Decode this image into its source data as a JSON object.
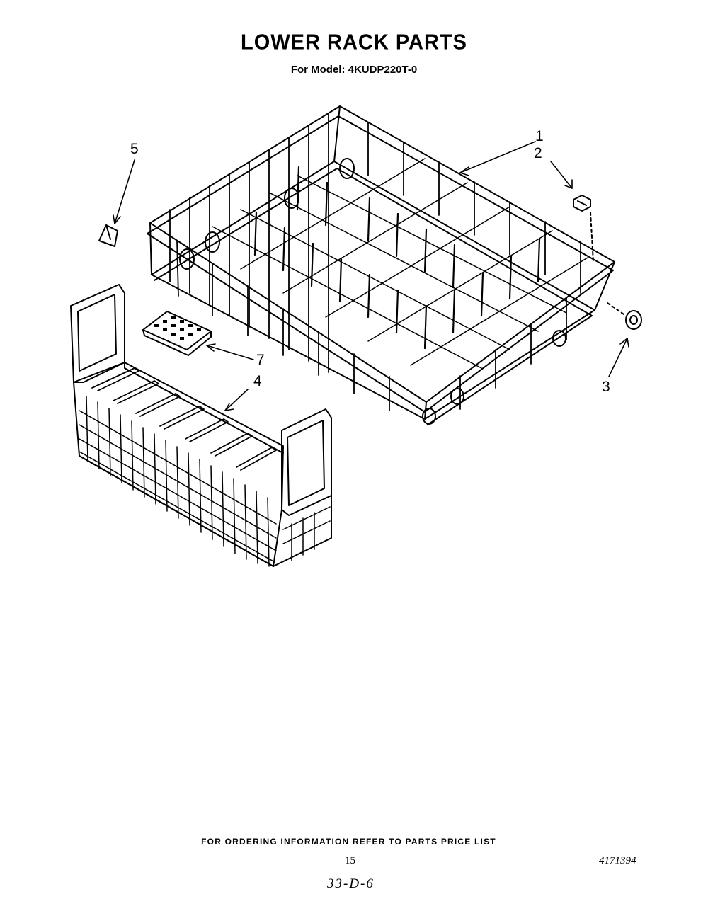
{
  "header": {
    "title": "LOWER RACK PARTS",
    "subtitle": "For Model: 4KUDP220T-0"
  },
  "callouts": {
    "c1": "1",
    "c2": "2",
    "c3": "3",
    "c4": "4",
    "c5": "5",
    "c7": "7"
  },
  "footer": {
    "ordering_note": "FOR ORDERING INFORMATION REFER TO PARTS PRICE LIST",
    "page_number": "15",
    "document_number": "4171394",
    "handwritten_code": "33-D-6"
  }
}
